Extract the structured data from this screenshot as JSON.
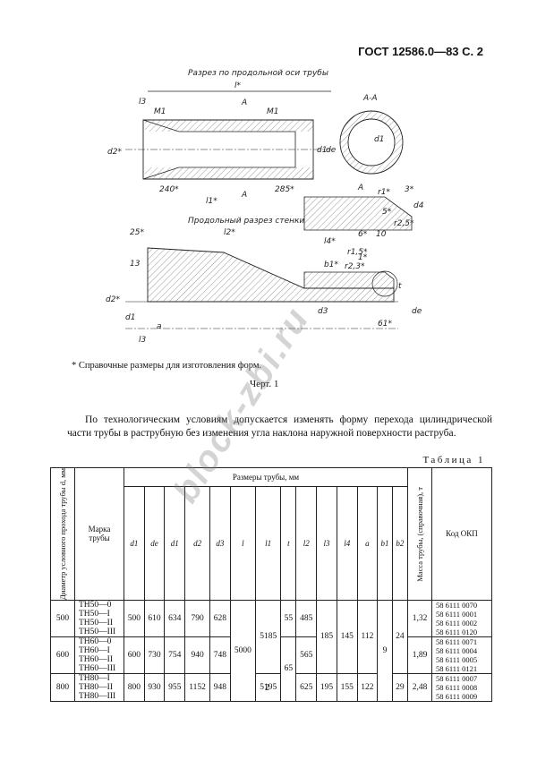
{
  "header": {
    "code": "ГОСТ 12586.0—83 С. 2"
  },
  "drawing": {
    "section_title": "Разрез по продольной оси трубы",
    "section_aa": "А-А",
    "wall_section_title": "Продольный разрез стенки",
    "labels": {
      "l": "l*",
      "l3": "l3",
      "l1": "l1*",
      "l2": "l2*",
      "M1": "M1",
      "A": "A",
      "d1": "d1",
      "de": "de",
      "d2": "d2*",
      "t": "t",
      "d3": "d3",
      "d4": "d4",
      "dim240": "240*",
      "dim285": "285*",
      "dim25": "25*",
      "dim13": "13",
      "dim10": "10",
      "dim6": "6*",
      "dim3": "3*",
      "dim5": "5*",
      "dim61": "61*",
      "r1": "r1*",
      "r15": "r1,5*",
      "r25": "r2,5*",
      "r23": "r2,3*",
      "l4": "l4*",
      "b1": "b1*",
      "a": "a",
      "dim1": "1*"
    }
  },
  "footnote": "* Справочные размеры для изготовления форм.",
  "caption": "Черт. 1",
  "paragraph": "По технологическим условиям допускается изменять форму перехода цилиндрической части трубы в раструбную без изменения угла наклона наружной поверхности раструба.",
  "table": {
    "label": "Таблица 1",
    "headers": {
      "diameter": "Диаметр условного прохода трубы d, мм",
      "mark": "Марка трубы",
      "sizes": "Размеры трубы, мм",
      "mass": "Масса трубы, (справочная), т",
      "okp": "Код ОКП",
      "cols": [
        "d1",
        "de",
        "d1",
        "d2",
        "d3",
        "l",
        "l1",
        "t",
        "l2",
        "l3",
        "l4",
        "a",
        "b1",
        "b2"
      ]
    },
    "shared": {
      "l": "5000",
      "l1_a": "5185",
      "l1_b": "5195",
      "t_b": "65",
      "l3": "185",
      "l4": "145",
      "a": "112",
      "b1": "9",
      "b2": "24"
    },
    "rows": [
      {
        "diameter": "500",
        "marks": [
          "ТН50—0",
          "ТН50—I",
          "ТН50—II",
          "ТН50—III"
        ],
        "d1": "500",
        "de": "610",
        "d1b": "634",
        "d2": "790",
        "d3": "628",
        "t": "55",
        "l2": "485",
        "mass": "1,32",
        "codes": [
          "58 6111 0070",
          "58 6111 0001",
          "58 6111 0002",
          "58 6111 0120"
        ]
      },
      {
        "diameter": "600",
        "marks": [
          "ТН60—0",
          "ТН60—I",
          "ТН60—II",
          "ТН60—III"
        ],
        "d1": "600",
        "de": "730",
        "d1b": "754",
        "d2": "940",
        "d3": "748",
        "l2": "565",
        "mass": "1,89",
        "codes": [
          "58 6111 0071",
          "58 6111 0004",
          "58 6111 0005",
          "58 6111 0121"
        ]
      },
      {
        "diameter": "800",
        "marks": [
          "ТН80—I",
          "ТН80—II",
          "ТН80—III"
        ],
        "d1": "800",
        "de": "930",
        "d1b": "955",
        "d2": "1152",
        "d3": "948",
        "l2": "625",
        "l3": "195",
        "l4": "155",
        "a": "122",
        "b2": "29",
        "mass": "2,48",
        "codes": [
          "58 6111 0007",
          "58 6111 0008",
          "58 6111 0009"
        ]
      }
    ]
  },
  "page_number": "2",
  "watermark": "block-zbi.ru"
}
